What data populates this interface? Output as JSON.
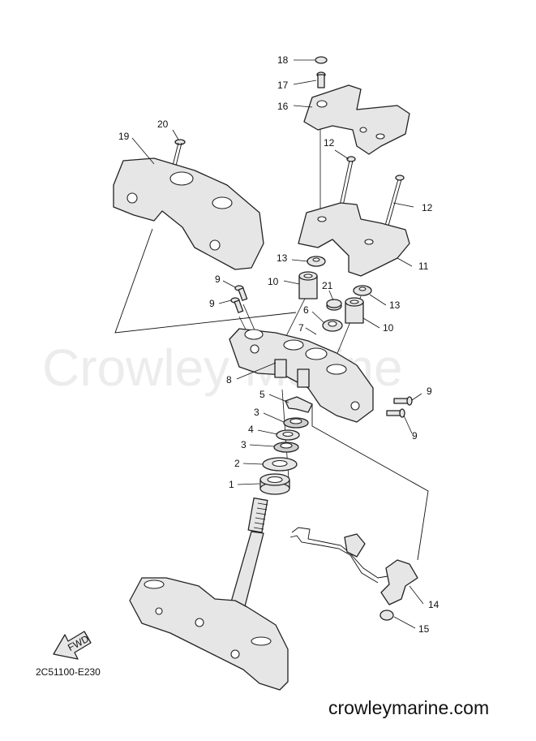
{
  "watermark": "Crowley Marine",
  "site_url": "crowleymarine.com",
  "diagram_code": "2C51100-E230",
  "fwd_label": "FWD",
  "callouts": [
    "1",
    "2",
    "3",
    "3",
    "4",
    "5",
    "6",
    "7",
    "8",
    "9",
    "9",
    "9",
    "9",
    "10",
    "10",
    "11",
    "12",
    "12",
    "13",
    "13",
    "14",
    "15",
    "16",
    "17",
    "18",
    "19",
    "20",
    "21"
  ]
}
